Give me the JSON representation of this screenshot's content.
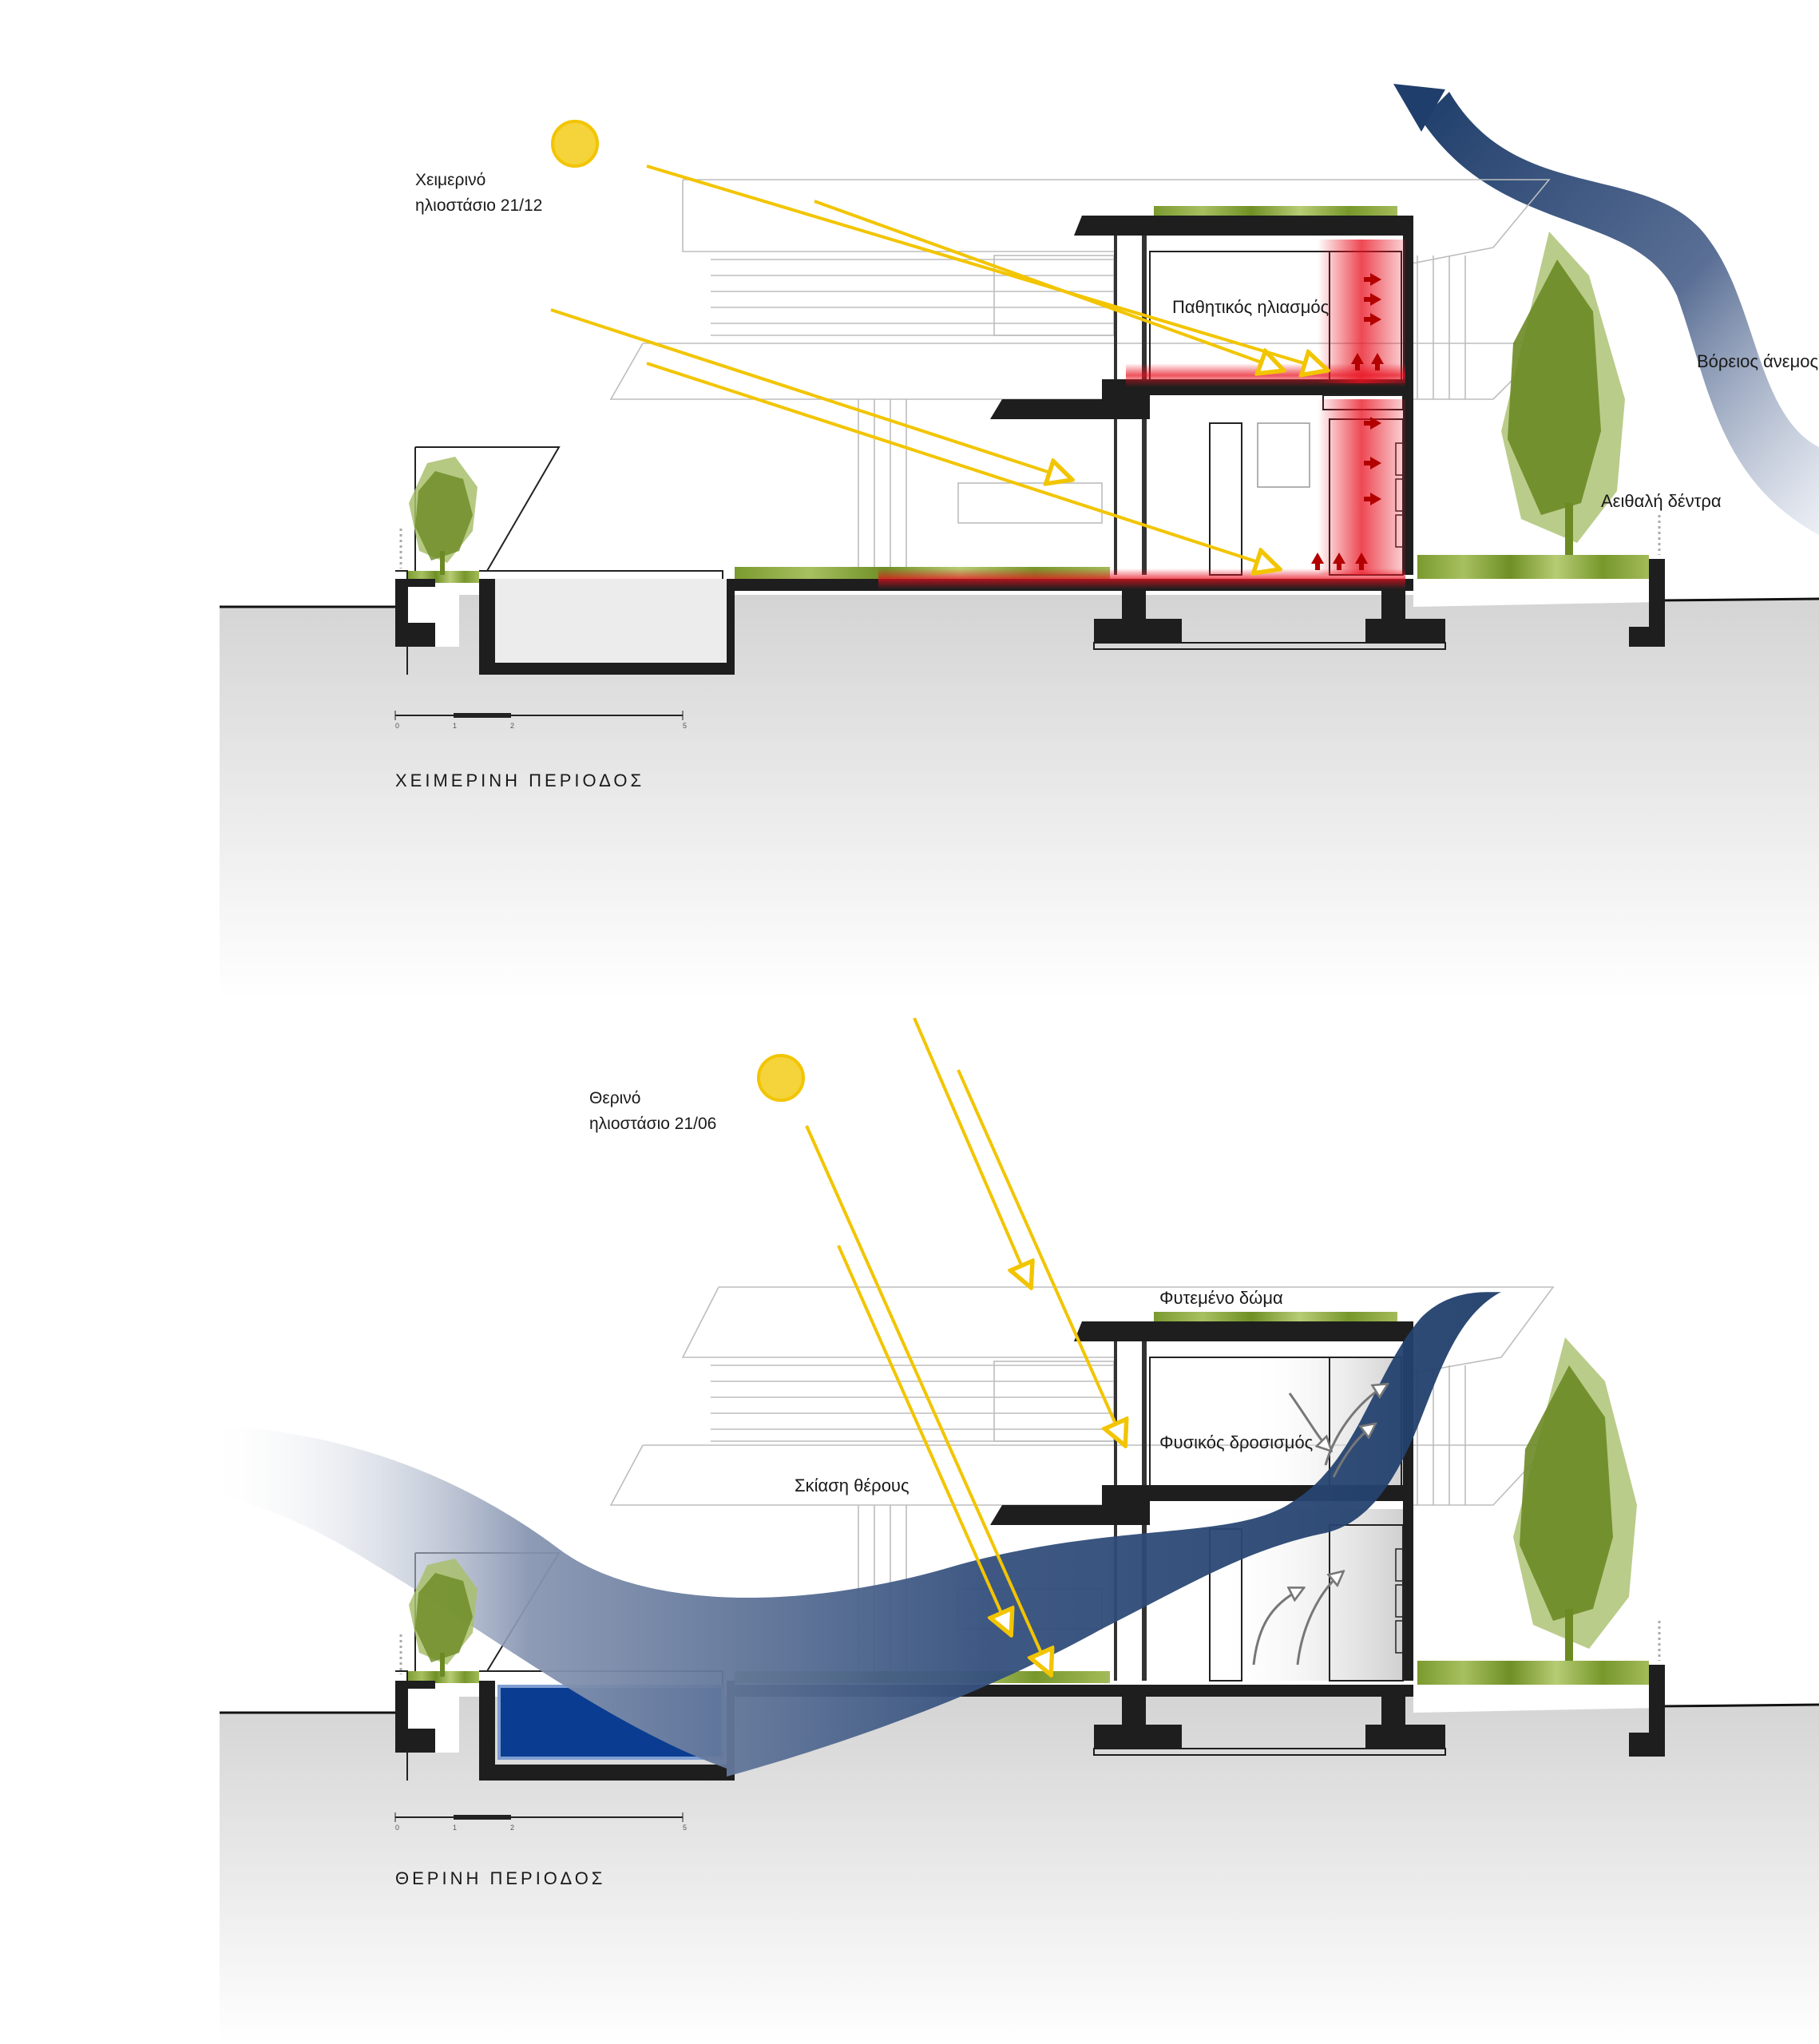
{
  "winter": {
    "solstice_line1": "Χειμερινό",
    "solstice_line2": "ηλιοστάσιο 21/12",
    "passive_heating": "Παθητικός ηλιασμός",
    "north_wind": "Βόρειος άνεμος",
    "evergreen_trees": "Αειθαλή δέντρα",
    "period_title": "ΧΕΙΜΕΡΙΝΗ ΠΕΡΙΟΔΟΣ",
    "scale": [
      "0",
      "1",
      "2",
      "5"
    ]
  },
  "summer": {
    "solstice_line1": "Θερινό",
    "solstice_line2": "ηλιοστάσιο 21/06",
    "green_roof": "Φυτεμένο δώμα",
    "natural_cooling": "Φυσικός δροσισμός",
    "summer_shading": "Σκίαση θέρους",
    "period_title": "ΘΕΡΙΝΗ ΠΕΡΙΟΔΟΣ",
    "scale": [
      "0",
      "1",
      "2",
      "5"
    ]
  },
  "colors": {
    "sun": "#f5d33a",
    "sun_ray": "#f2c500",
    "heat_red": "#e8101e",
    "wind_blue": "#1f3e6b",
    "tree_dark": "#6b8a23",
    "tree_light": "#a9bf6d",
    "pool_blue": "#0a3d91",
    "ground_grey": "#d6d6d6",
    "structure": "#1e1e1e"
  }
}
